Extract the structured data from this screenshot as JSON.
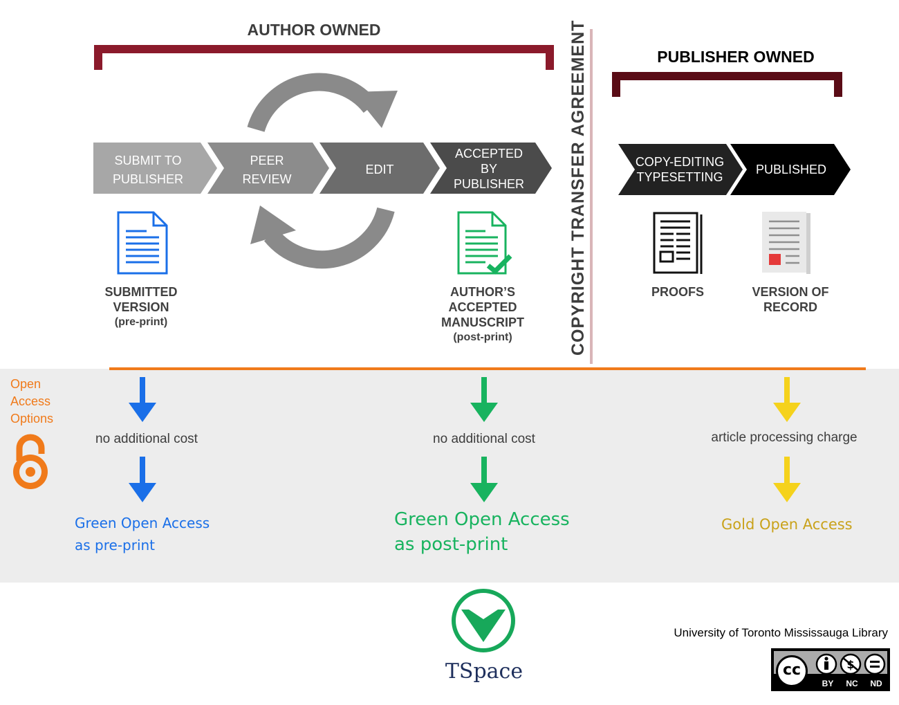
{
  "author_owned": "AUTHOR OWNED",
  "publisher_owned": "PUBLISHER OWNED",
  "copyright": "COPYRIGHT TRANSFER AGREEMENT",
  "stages": {
    "submit_l1": "SUBMIT TO",
    "submit_l2": "PUBLISHER",
    "peer_l1": "PEER",
    "peer_l2": "REVIEW",
    "edit": "EDIT",
    "accepted_l1": "ACCEPTED",
    "accepted_l2": "BY",
    "accepted_l3": "PUBLISHER",
    "copyedit_l1": "COPY-EDITING",
    "copyedit_l2": "TYPESETTING",
    "published": "PUBLISHED"
  },
  "documents": {
    "submitted_l1": "SUBMITTED",
    "submitted_l2": "VERSION",
    "submitted_l3": "(pre-print)",
    "aam_l1": "AUTHOR’S",
    "aam_l2": "ACCEPTED",
    "aam_l3": "MANUSCRIPT",
    "aam_l4": "(post-print)",
    "proofs": "PROOFS",
    "vor_l1": "VERSION OF",
    "vor_l2": "RECORD"
  },
  "oa": {
    "heading_l1": "Open",
    "heading_l2": "Access",
    "heading_l3": "Options",
    "cost_1": "no additional cost",
    "cost_2": "no additional cost",
    "cost_3": "article processing charge",
    "green_pre_l1": "Green Open Access",
    "green_pre_l2": "as pre-print",
    "green_post_l1": "Green Open Access",
    "green_post_l2": "as post-print",
    "gold": "Gold Open Access"
  },
  "footer": {
    "tspace": "TSpace",
    "library": "University of Toronto Mississauga Library",
    "cc": "cc",
    "cc_by": "BY",
    "cc_nc": "NC",
    "cc_nd": "ND"
  },
  "colors": {
    "maroon": "#8b1a2b",
    "dark_maroon": "#5a0c16",
    "orange": "#f07a1a",
    "blue": "#1a6fe8",
    "green": "#18b35f",
    "gold": "#f5d21c",
    "gold_text": "#c9a21a",
    "tspace_green": "#17a85a",
    "tspace_navy": "#1e2f5c"
  }
}
